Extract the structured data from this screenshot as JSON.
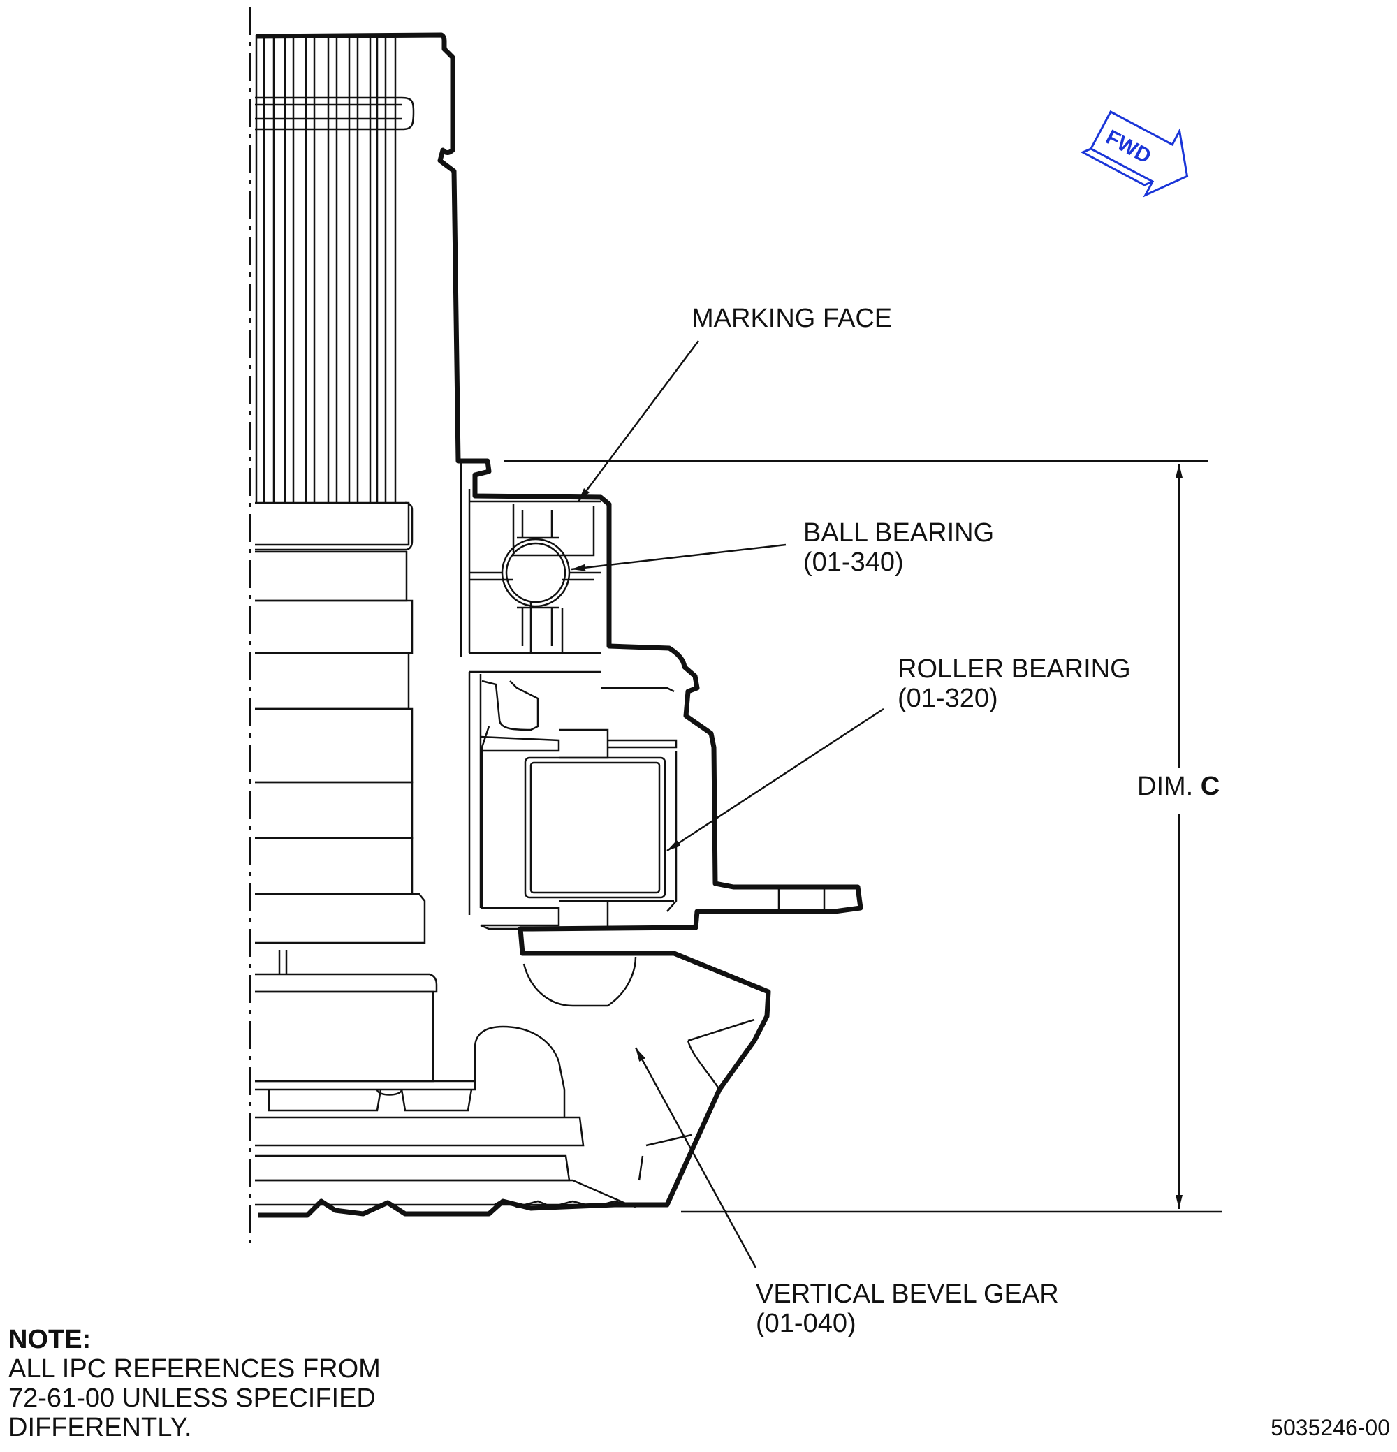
{
  "callouts": {
    "marking_face": "MARKING FACE",
    "ball_bearing": {
      "name": "BALL BEARING",
      "ref": "(01-340)"
    },
    "roller_bearing": {
      "name": "ROLLER BEARING",
      "ref": "(01-320)"
    },
    "vertical_bevel_gear": {
      "name": "VERTICAL BEVEL GEAR",
      "ref": "(01-040)"
    }
  },
  "dimension": {
    "prefix": "DIM.",
    "letter": "C"
  },
  "direction_arrow": {
    "label": "FWD",
    "color": "#1a35d8",
    "icon": "fwd-arrow-icon"
  },
  "note": {
    "title": "NOTE:",
    "lines": [
      "ALL IPC REFERENCES FROM",
      "72-61-00 UNLESS SPECIFIED",
      "DIFFERENTLY."
    ]
  },
  "figure_id": "5035246-00"
}
